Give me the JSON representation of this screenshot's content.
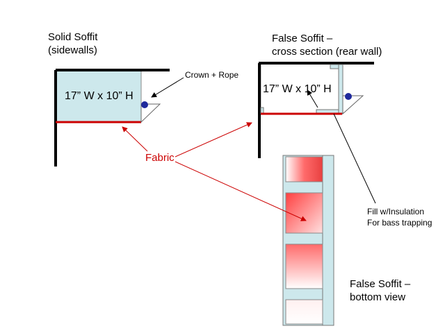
{
  "solid_soffit": {
    "title_line1": "Solid Soffit",
    "title_line2": "(sidewalls)",
    "dimension": "17” W x 10” H"
  },
  "false_soffit_cross": {
    "title_line1": "False Soffit –",
    "title_line2": "cross section (rear wall)",
    "dimension": "17” W x 10” H"
  },
  "false_soffit_bottom": {
    "title_line1": "False Soffit –",
    "title_line2": "bottom view"
  },
  "callouts": {
    "crown_rope": "Crown + Rope",
    "fabric": "Fabric",
    "insulation_line1": "Fill w/Insulation",
    "insulation_line2": "For bass trapping"
  },
  "colors": {
    "soffit_fill": "#cde8ec",
    "fabric": "#cc0000",
    "rope": "#1f2a9c",
    "wall": "#000000"
  }
}
